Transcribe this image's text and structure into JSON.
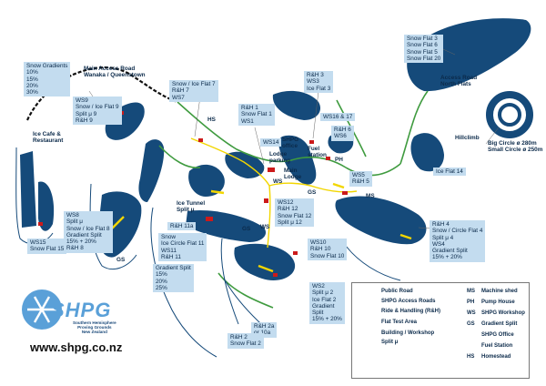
{
  "colors": {
    "track": "#154a7a",
    "ride": "#3f9b3f",
    "access": "#f2d600",
    "building": "#cc1a1a",
    "label_bg": "#c3dcef",
    "road": "#111111"
  },
  "labels": {
    "snow_gradients": "Snow Gradients\n10%\n15%\n20%\n30%",
    "main_access_road": "Main Access Road\nWanaka / Queenstown",
    "ws9": "WS9\nSnow / Ice Flat 9\nSplit μ 9\nR&H 9",
    "snow_ice_flat_7": "Snow / Ice Flat 7\nR&H 7\nWS7",
    "hs": "HS",
    "rh1": "R&H 1\nSnow Flat 1\nWS1",
    "shpg_office": "SHPG\noffice",
    "ws14": "WS14",
    "lodge_parking": "Lodge\nparking",
    "main_lodge": "Main\nLodge",
    "fuel_station": "Fuel\nstation",
    "rh3": "R&H 3\nWS3\nIce Flat 3",
    "ws16": "WS16 & 17",
    "rh6": "R&H 6\nWS6",
    "ph": "PH",
    "ws5": "WS5\nR&H 5",
    "ms": "MS",
    "gs_a": "GS",
    "ws_a": "WS",
    "snow_flats": "Snow Flat 3\nSnow Flat 6\nSnow Flat 5\nSnow Flat 20",
    "access_road_north": "Access Road\nNorth Flats",
    "hillclimb": "Hillclimb",
    "big_circle": "Big Circle ø 280m\nSmall Circle ø 250m",
    "ice_flat_14": "Ice Flat 14",
    "ice_cafe": "Ice Cafe &\nRestaurant",
    "ws8": "WS8\nSplit μ\nSnow / Ice Flat 8\nGradient Split\n15% + 20%\nR&H 8",
    "ws15": "WS15\nSnow Flat 15",
    "gs_b": "GS",
    "ice_tunnel": "Ice Tunnel\nSplit μ",
    "ws12": "WS12\nR&H 12\nSnow Flat 12\nSplit μ 12",
    "rh11a": "R&H 11a",
    "ws11": "Snow\nIce Circle Flat 11\nWS11\nR&H 11",
    "ws_b": "WS",
    "gs_c": "GS",
    "ws10": "WS10\nR&H 10\nSnow Flat 10",
    "rh4": "R&H 4\nSnow / Circle Flat 4\nSplit μ 4\nWS4\nGradient Split\n15% + 20%",
    "gradient_split": "Gradient Split\n15%\n20%\n25%",
    "ws2": "WS2\nSplit μ 2\nIce Flat 2\nGradient\nSplit\n15% + 20%",
    "rh2a": "R&H 2a\nor 10a",
    "rh2": "R&H 2\nSnow Flat 2"
  },
  "legend": {
    "public_road": "Public Road",
    "access_roads": "SHPG Access Roads",
    "ride_handling": "Ride & Handling (R&H)",
    "flat_test_area": "Flat Test Area",
    "building": "Building / Workshop",
    "split_mu": "Split μ",
    "ms_abbr": "MS",
    "ms": "Machine shed",
    "ph_abbr": "PH",
    "ph": "Pump House",
    "ws_abbr": "WS",
    "ws": "SHPG Workshop",
    "gs_abbr": "GS",
    "gs": "Gradient Split",
    "office": "SHPG Office",
    "fuel": "Fuel Station",
    "hs_abbr": "HS",
    "hs": "Homestead"
  },
  "logo": {
    "name": "SHPG",
    "subtitle": "Southern Hemisphere\nProving Grounds\nNew Zealand"
  },
  "website": "www.shpg.co.nz"
}
